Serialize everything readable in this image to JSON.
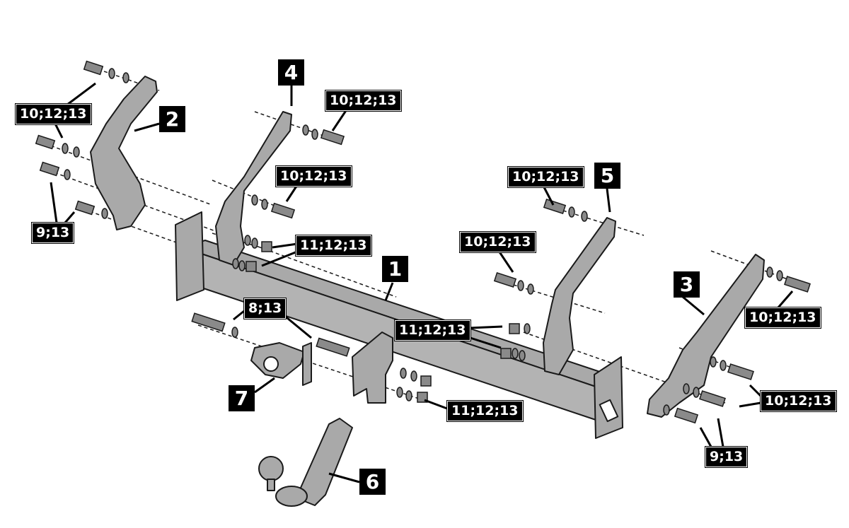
{
  "diagram": {
    "part_numbers": [
      "1",
      "2",
      "3",
      "4",
      "5",
      "6",
      "7"
    ],
    "hardware_labels": {
      "left_top": "10;12;13",
      "left_bottom": "9;13",
      "bracket4_top": "10;12;13",
      "bracket4_mid": "10;12;13",
      "beam_left_nuts": "11;12;13",
      "socket_plate": "8;13",
      "beam_center_nuts": "11;12;13",
      "tow_lower_nuts": "11;12;13",
      "bracket5_top": "10;12;13",
      "bracket5_mid": "10;12;13",
      "right_top": "10;12;13",
      "right_mid": "10;12;13",
      "right_bottom": "9;13"
    },
    "colors": {
      "part_fill": "#a9a9a9",
      "outline": "#1a1a1a",
      "label_bg": "#000000",
      "label_text": "#ffffff"
    }
  }
}
